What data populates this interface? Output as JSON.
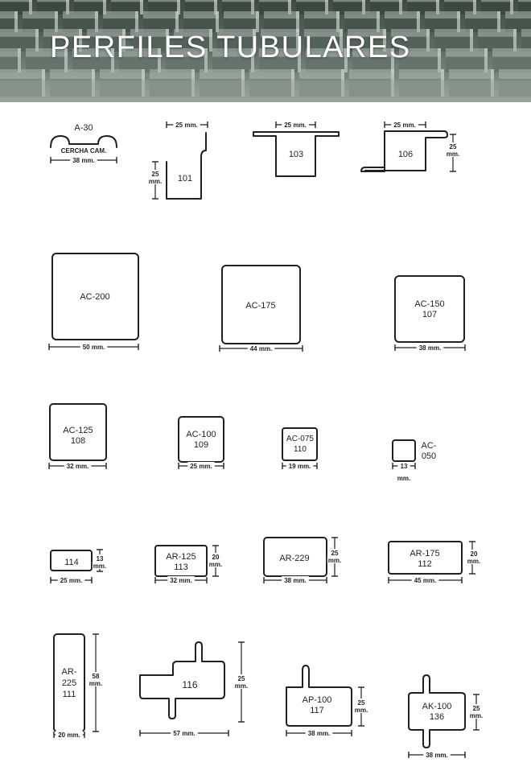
{
  "banner": {
    "title": "PERFILES TUBULARES"
  },
  "profiles": {
    "a30": {
      "label": "A-30",
      "sublabel": "CERCHA CAM.",
      "width": "38 mm."
    },
    "p101": {
      "label": "101",
      "width": "25 mm.",
      "height": [
        "25",
        "mm."
      ]
    },
    "p103": {
      "label": "103",
      "width": "25 mm."
    },
    "p106": {
      "label": "106",
      "width": "25 mm.",
      "height": [
        "25",
        "mm."
      ]
    },
    "ac200": {
      "label": [
        "AC-200"
      ],
      "width": "50 mm."
    },
    "ac175": {
      "label": [
        "AC-175"
      ],
      "width": "44 mm."
    },
    "ac150": {
      "label": [
        "AC-150",
        "107"
      ],
      "width": "38 mm."
    },
    "ac125": {
      "label": [
        "AC-125",
        "108"
      ],
      "width": "32 mm."
    },
    "ac100": {
      "label": [
        "AC-100",
        "109"
      ],
      "width": "25 mm."
    },
    "ac075": {
      "label": [
        "AC-075",
        "110"
      ],
      "width": "19 mm."
    },
    "ac050": {
      "label": [
        "AC-",
        "050"
      ],
      "width": [
        "13",
        "mm."
      ]
    },
    "p114": {
      "label": [
        "114"
      ],
      "width": "25 mm.",
      "height": [
        "13",
        "mm."
      ]
    },
    "ar125": {
      "label": [
        "AR-125",
        "113"
      ],
      "width": "32 mm.",
      "height": [
        "20",
        "mm."
      ]
    },
    "ar229": {
      "label": [
        "AR-229"
      ],
      "width": "38 mm.",
      "height": [
        "25",
        "mm."
      ]
    },
    "ar175": {
      "label": [
        "AR-175",
        "112"
      ],
      "width": "45 mm.",
      "height": [
        "20",
        "mm."
      ]
    },
    "ar225": {
      "label": [
        "AR-",
        "225",
        "111"
      ],
      "width": "20 mm.",
      "height": [
        "58",
        "mm."
      ]
    },
    "p116": {
      "label": [
        "116"
      ],
      "width": "57 mm.",
      "height": [
        "25",
        "mm."
      ]
    },
    "ap100": {
      "label": [
        "AP-100",
        "117"
      ],
      "width": "38 mm.",
      "height": [
        "25",
        "mm."
      ]
    },
    "ak100": {
      "label": [
        "AK-100",
        "136"
      ],
      "width": "38 mm.",
      "height": [
        "25",
        "mm."
      ]
    }
  }
}
